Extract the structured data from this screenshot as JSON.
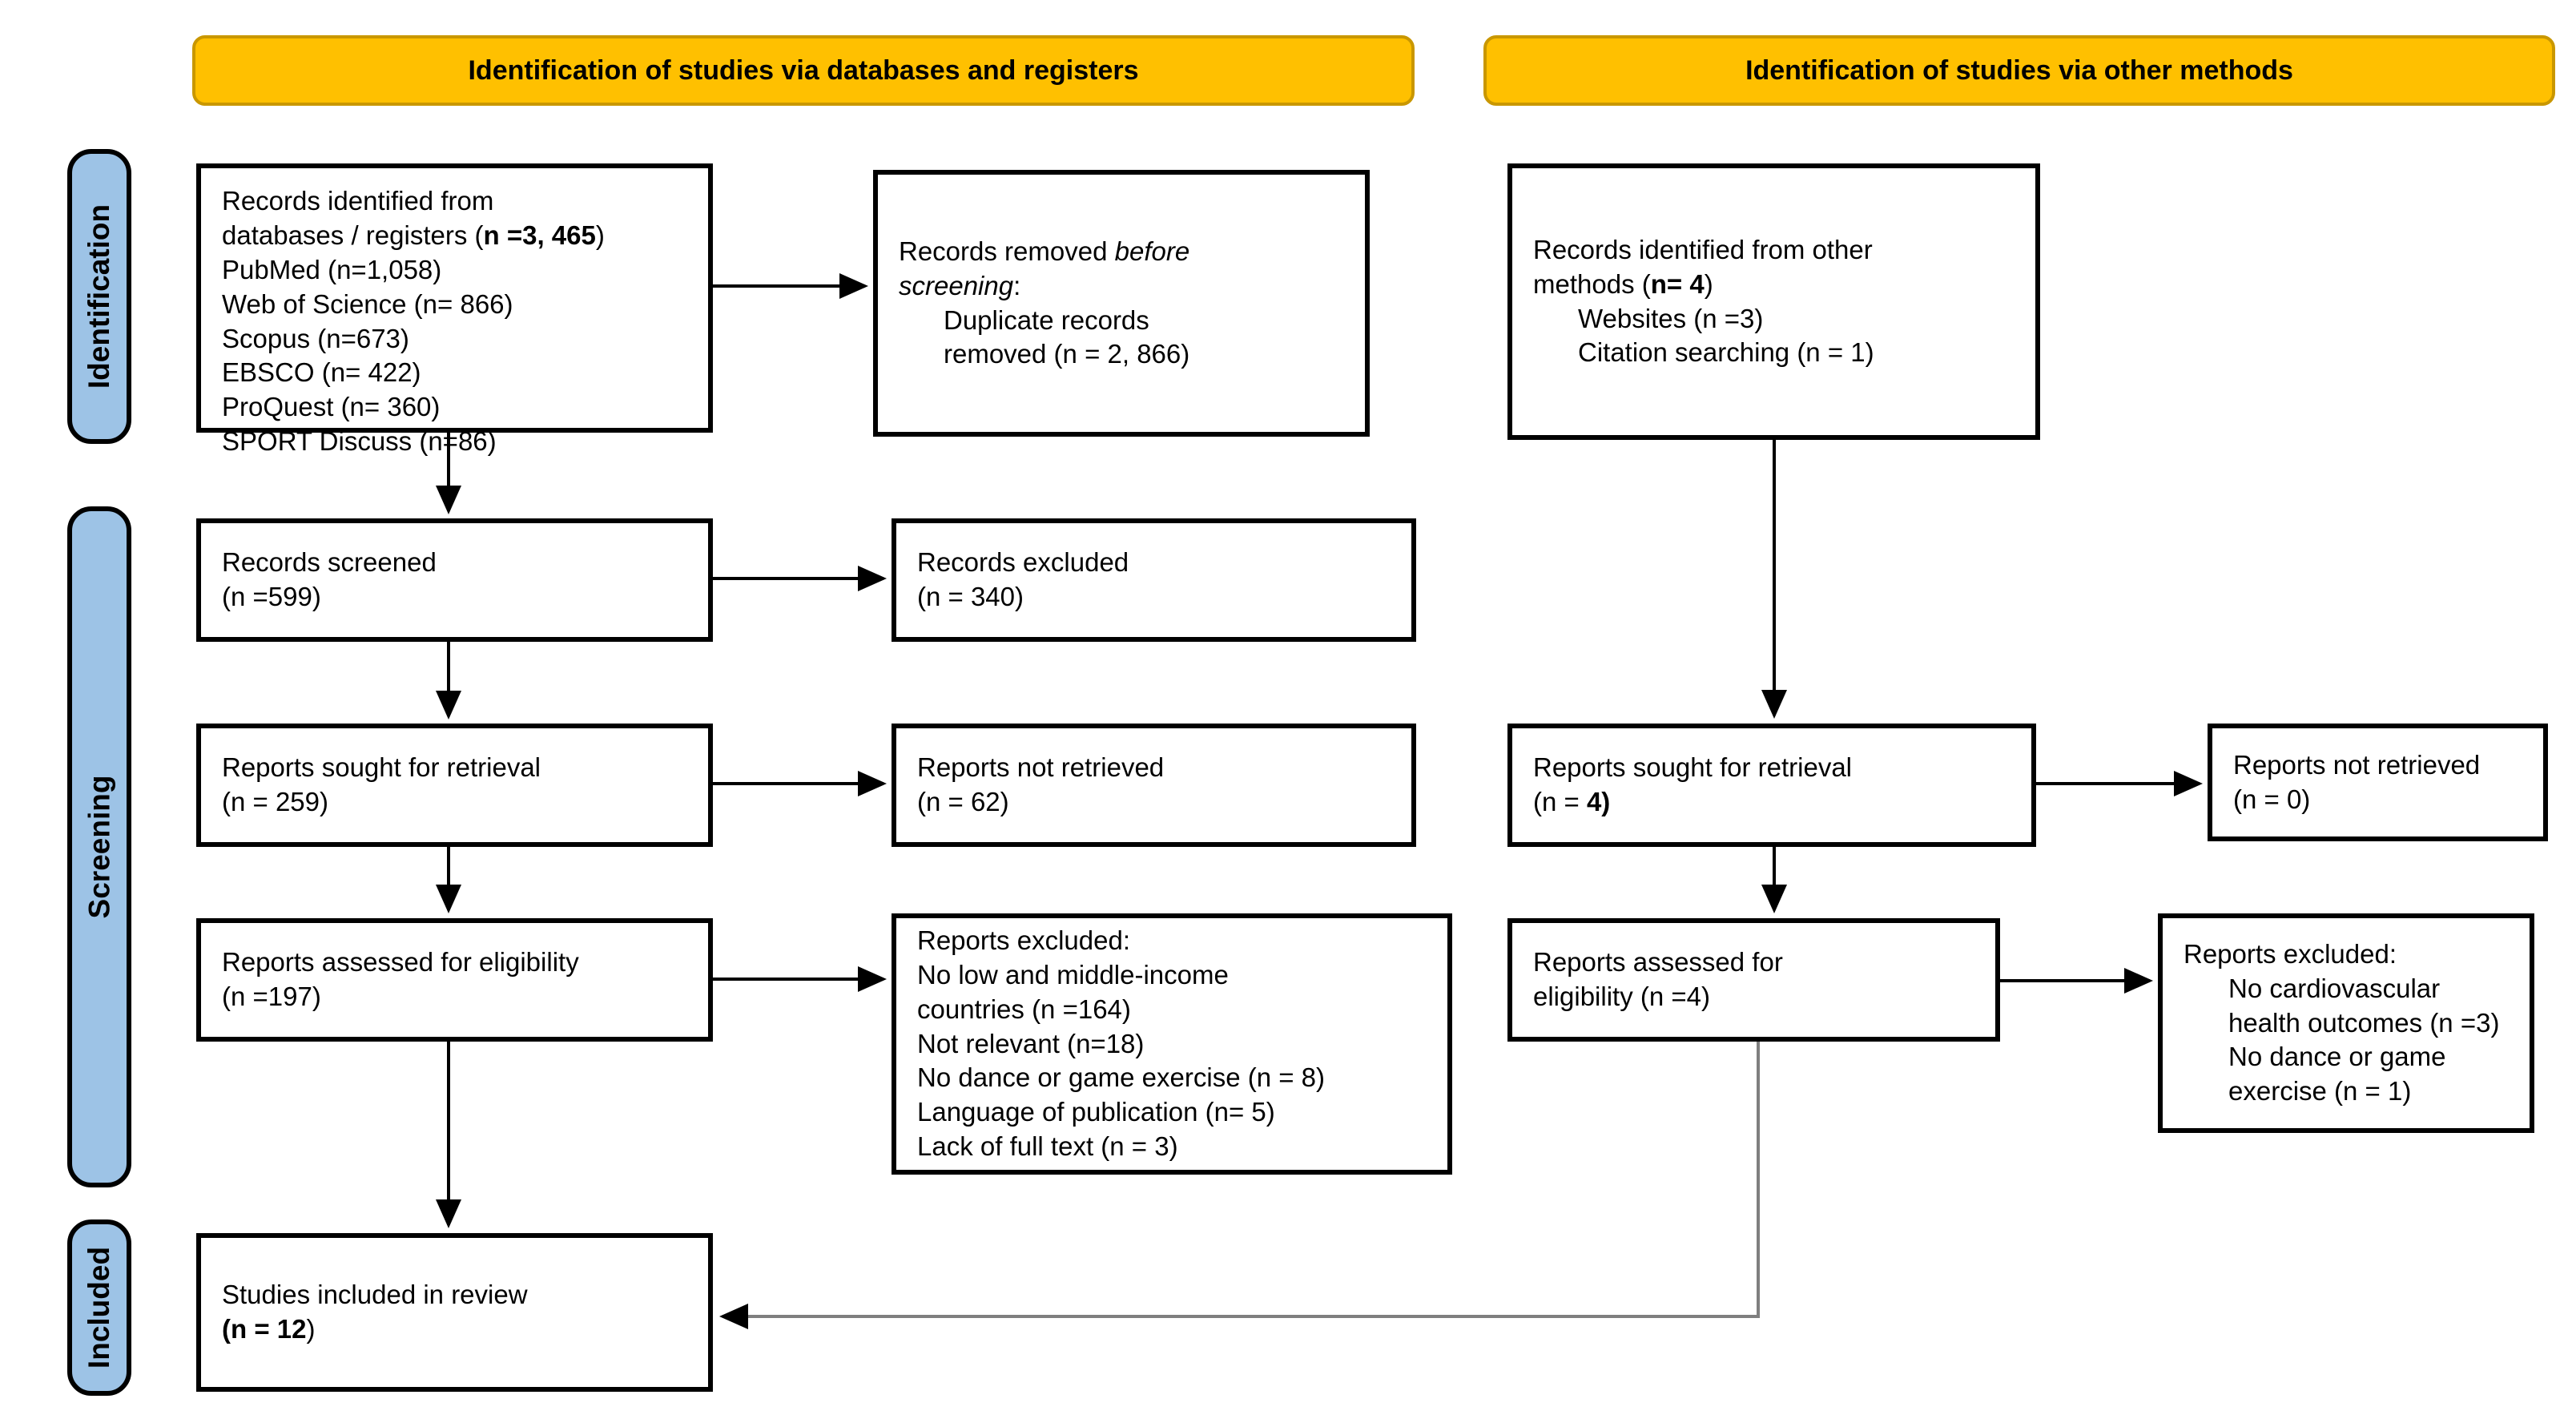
{
  "diagram": {
    "banners": [
      {
        "label": "Identification of studies via databases and registers"
      },
      {
        "label": "Identification of studies via other methods"
      }
    ],
    "stages": [
      "Identification",
      "Screening",
      "Included"
    ],
    "colors": {
      "banner_fill": "#FFC000",
      "banner_border": "#C99700",
      "stage_fill": "#9DC3E6",
      "box_border": "#000000",
      "arrow": "#000000",
      "long_connector": "#7F7F7F"
    },
    "boxes": {
      "records_db": {
        "lines": [
          {
            "parts": [
              {
                "t": "Records identified from"
              }
            ]
          },
          {
            "parts": [
              {
                "t": "databases / registers ("
              },
              {
                "t": "n =3, 465",
                "b": 1
              },
              {
                "t": ")"
              }
            ]
          },
          {
            "parts": [
              {
                "t": "PubMed (n=1,058)"
              }
            ]
          },
          {
            "parts": [
              {
                "t": "Web of Science (n= 866)"
              }
            ]
          },
          {
            "parts": [
              {
                "t": "Scopus (n=673)"
              }
            ]
          },
          {
            "parts": [
              {
                "t": "EBSCO (n= 422)"
              }
            ]
          },
          {
            "parts": [
              {
                "t": "ProQuest (n= 360)"
              }
            ]
          },
          {
            "parts": [
              {
                "t": "SPORT Discuss (n=86)"
              }
            ]
          }
        ]
      },
      "records_removed": {
        "lines": [
          {
            "parts": [
              {
                "t": "Records removed "
              },
              {
                "t": "before",
                "i": 1
              }
            ]
          },
          {
            "parts": [
              {
                "t": "screening",
                "i": 1
              },
              {
                "t": ":"
              }
            ]
          },
          {
            "indent": 1,
            "parts": [
              {
                "t": "Duplicate records"
              }
            ]
          },
          {
            "indent": 1,
            "parts": [
              {
                "t": "removed (n = 2, 866)"
              }
            ]
          }
        ]
      },
      "records_other": {
        "lines": [
          {
            "parts": [
              {
                "t": "Records identified from other"
              }
            ]
          },
          {
            "parts": [
              {
                "t": "methods ("
              },
              {
                "t": "n= 4",
                "b": 1
              },
              {
                "t": ")"
              }
            ]
          },
          {
            "indent": 1,
            "parts": [
              {
                "t": "Websites (n =3)"
              }
            ]
          },
          {
            "indent": 1,
            "parts": [
              {
                "t": "Citation searching (n = 1)"
              }
            ]
          }
        ]
      },
      "records_screened": {
        "lines": [
          {
            "parts": [
              {
                "t": "Records screened"
              }
            ]
          },
          {
            "parts": [
              {
                "t": "(n =599)"
              }
            ]
          }
        ]
      },
      "records_excluded": {
        "lines": [
          {
            "parts": [
              {
                "t": "Records excluded"
              }
            ]
          },
          {
            "parts": [
              {
                "t": "(n = 340)"
              }
            ]
          }
        ]
      },
      "reports_sought": {
        "lines": [
          {
            "parts": [
              {
                "t": "Reports sought for retrieval"
              }
            ]
          },
          {
            "parts": [
              {
                "t": "(n = 259)"
              }
            ]
          }
        ]
      },
      "reports_not_retrieved": {
        "lines": [
          {
            "parts": [
              {
                "t": "Reports not retrieved"
              }
            ]
          },
          {
            "parts": [
              {
                "t": "(n = 62)"
              }
            ]
          }
        ]
      },
      "reports_assessed": {
        "lines": [
          {
            "parts": [
              {
                "t": "Reports assessed for eligibility"
              }
            ]
          },
          {
            "parts": [
              {
                "t": "(n =197)"
              }
            ]
          }
        ]
      },
      "reports_excluded_reasons": {
        "lines": [
          {
            "parts": [
              {
                "t": "Reports excluded:"
              }
            ]
          },
          {
            "parts": [
              {
                "t": "No low and middle-income"
              }
            ]
          },
          {
            "parts": [
              {
                "t": "countries (n =164)"
              }
            ]
          },
          {
            "parts": [
              {
                "t": "Not relevant (n=18)"
              }
            ]
          },
          {
            "parts": [
              {
                "t": "No dance or game exercise (n = 8)"
              }
            ]
          },
          {
            "parts": [
              {
                "t": "Language of publication (n= 5)"
              }
            ]
          },
          {
            "parts": [
              {
                "t": "Lack of full text (n = 3)"
              }
            ]
          }
        ]
      },
      "reports_sought_other": {
        "lines": [
          {
            "parts": [
              {
                "t": "Reports sought for retrieval"
              }
            ]
          },
          {
            "parts": [
              {
                "t": "(n = "
              },
              {
                "t": "4)",
                "b": 1
              }
            ]
          }
        ]
      },
      "reports_not_retrieved_other": {
        "lines": [
          {
            "parts": [
              {
                "t": "Reports not retrieved"
              }
            ]
          },
          {
            "parts": [
              {
                "t": "(n = 0)"
              }
            ]
          }
        ]
      },
      "reports_assessed_other": {
        "lines": [
          {
            "parts": [
              {
                "t": "Reports assessed for"
              }
            ]
          },
          {
            "parts": [
              {
                "t": "eligibility (n =4)"
              }
            ]
          }
        ]
      },
      "reports_excluded_other": {
        "lines": [
          {
            "parts": [
              {
                "t": "Reports excluded:"
              }
            ]
          },
          {
            "indent": 1,
            "parts": [
              {
                "t": "No cardiovascular"
              }
            ]
          },
          {
            "indent": 1,
            "parts": [
              {
                "t": "health outcomes (n =3)"
              }
            ]
          },
          {
            "indent": 1,
            "parts": [
              {
                "t": "No dance or game"
              }
            ]
          },
          {
            "indent": 1,
            "parts": [
              {
                "t": "exercise (n = 1)"
              }
            ]
          }
        ]
      },
      "studies_included": {
        "lines": [
          {
            "parts": [
              {
                "t": "Studies included in review"
              }
            ]
          },
          {
            "parts": [
              {
                "t": "(n = 12",
                "b": 1
              },
              {
                "t": ")"
              }
            ]
          }
        ]
      }
    }
  }
}
